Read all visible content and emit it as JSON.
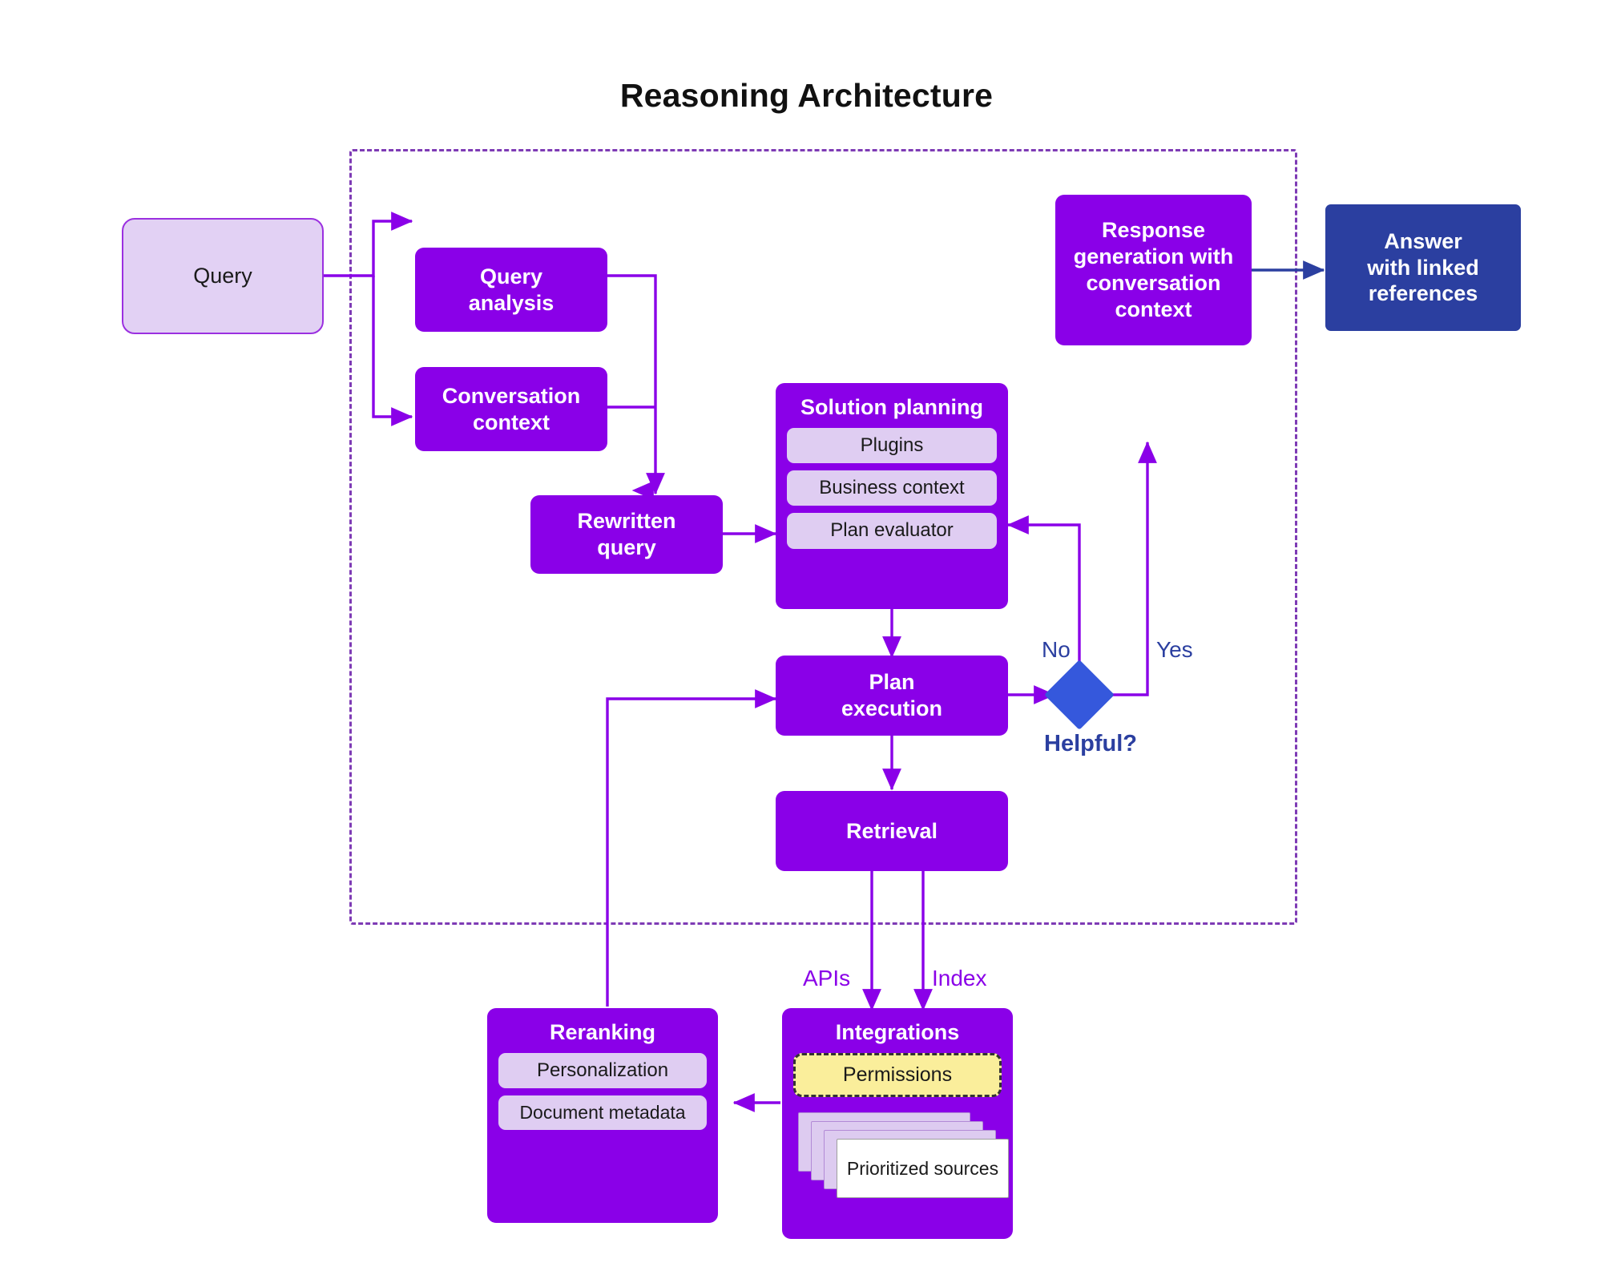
{
  "diagram": {
    "title": "Reasoning Architecture",
    "colors": {
      "primary_purple": "#8a00e8",
      "light_purple": "#dfcdf2",
      "query_fill": "#e2d1f4",
      "navy": "#2b3fa0",
      "decision_blue": "#3558dc",
      "permission_yellow": "#faee9b",
      "boundary_dash": "#7e3bb5"
    },
    "nodes": {
      "query": "Query",
      "query_analysis": "Query\nanalysis",
      "query_analysis_l1": "Query",
      "query_analysis_l2": "analysis",
      "conversation_context_l1": "Conversation",
      "conversation_context_l2": "context",
      "rewritten_query_l1": "Rewritten",
      "rewritten_query_l2": "query",
      "solution_planning": {
        "title": "Solution planning",
        "items": [
          "Plugins",
          "Business context",
          "Plan evaluator"
        ]
      },
      "plan_execution_l1": "Plan",
      "plan_execution_l2": "execution",
      "retrieval": "Retrieval",
      "response_generation_l1": "Response",
      "response_generation_l2": "generation with",
      "response_generation_l3": "conversation",
      "response_generation_l4": "context",
      "answer_l1": "Answer",
      "answer_l2": "with linked",
      "answer_l3": "references",
      "reranking": {
        "title": "Reranking",
        "items": [
          "Personalization",
          "Document metadata"
        ]
      },
      "integrations": {
        "title": "Integrations",
        "permissions": "Permissions",
        "prioritized_sources": "Prioritized sources"
      }
    },
    "decision": {
      "label": "Helpful?",
      "no": "No",
      "yes": "Yes"
    },
    "edge_labels": {
      "apis": "APIs",
      "index": "Index"
    }
  }
}
